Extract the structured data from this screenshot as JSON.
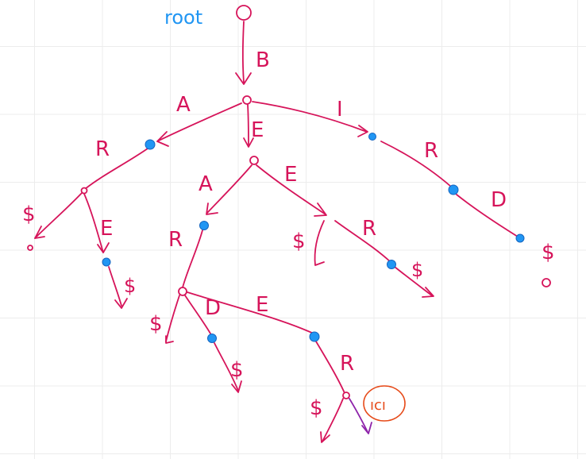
{
  "root_label": "root",
  "edge_labels": {
    "root_B": "B",
    "n1_A": "A",
    "n1_E": "E",
    "n1_I": "I",
    "left_R": "R",
    "left_dollar": "$",
    "left_E": "E",
    "left_E_dollar": "$",
    "mid_A": "A",
    "mid_E": "E",
    "mid_A_R": "R",
    "deep_dollar": "$",
    "deep_D": "D",
    "deep_E": "E",
    "deep_D_dollar": "$",
    "deep_E_R": "R",
    "deep_R_dollar": "$",
    "mid_E_dollar": "$",
    "mid_E_R": "R",
    "mid_E_R_dollar": "$",
    "right_R": "R",
    "right_D": "D",
    "right_D_dollar": "$"
  },
  "annotation": "ıcı",
  "colors": {
    "edge": "#d6145a",
    "end_node": "#2196f3",
    "root_label": "#2196f3",
    "annotation": "#e64a19",
    "purple_edge": "#8e24aa"
  }
}
